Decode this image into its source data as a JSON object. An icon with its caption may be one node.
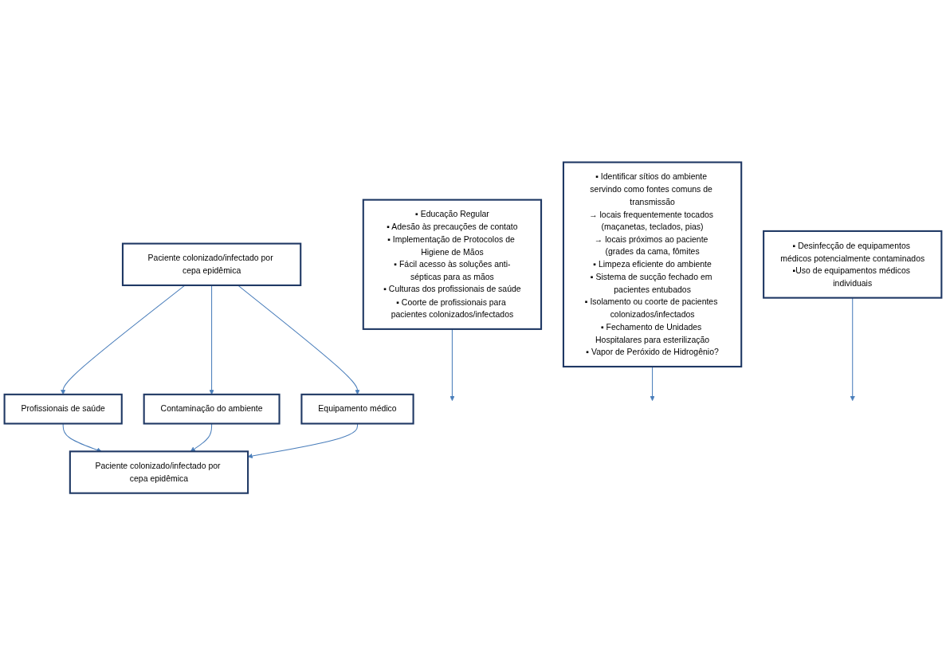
{
  "diagram": {
    "nodes": [
      {
        "text": [
          "Paciente colonizado/infectado por cepa epidêmica"
        ]
      },
      {
        "text": [
          "Profissionais de saúde"
        ]
      },
      {
        "text": [
          "Contaminação do ambiente"
        ]
      },
      {
        "text": [
          "Equipamento médico"
        ]
      },
      {
        "text": [
          "▪ Educação Regular",
          "▪ Adesão às precauções de contato",
          "▪ Implementação de Protocolos de Higiene de Mãos",
          "▪ Fácil acesso às soluções anti-sépticas para as mãos",
          "▪ Culturas dos profissionais de saúde",
          "▪ Coorte de profissionais para pacientes colonizados/infectados"
        ]
      },
      {
        "text": [
          "▪ Identificar sítios do ambiente servindo como fontes comuns de transmissão",
          "→ locais frequentemente tocados (maçanetas, teclados, pias)",
          "→ locais próximos ao paciente (grades da cama, fômites",
          "▪ Limpeza eficiente do ambiente",
          "▪ Sistema de sucção fechado em pacientes entubados",
          "▪ Isolamento ou coorte de pacientes colonizados/infectados",
          "▪ Fechamento de Unidades Hospitalares para esterilização",
          "▪ Vapor de Peróxido de Hidrogênio?"
        ]
      },
      {
        "text": [
          "▪ Desinfecção de equipamentos médicos potencialmente contaminados",
          "▪Uso de equipamentos médicos individuais"
        ]
      },
      {
        "text": [
          "Paciente colonizado/infectado por cepa epidêmica"
        ]
      }
    ],
    "edges": [
      {
        "from": 0,
        "to": 1,
        "arrow": "to"
      },
      {
        "from": 0,
        "to": 2,
        "arrow": "to"
      },
      {
        "from": 0,
        "to": 3,
        "arrow": "to"
      },
      {
        "from": 1,
        "to": 7,
        "arrow": "to"
      },
      {
        "from": 2,
        "to": 7,
        "arrow": "to"
      },
      {
        "from": 3,
        "to": 7,
        "arrow": "to"
      },
      {
        "from": 4,
        "to": null,
        "arrow": "to"
      },
      {
        "from": 5,
        "to": null,
        "arrow": "to"
      },
      {
        "from": 6,
        "to": null,
        "arrow": "to"
      }
    ]
  }
}
